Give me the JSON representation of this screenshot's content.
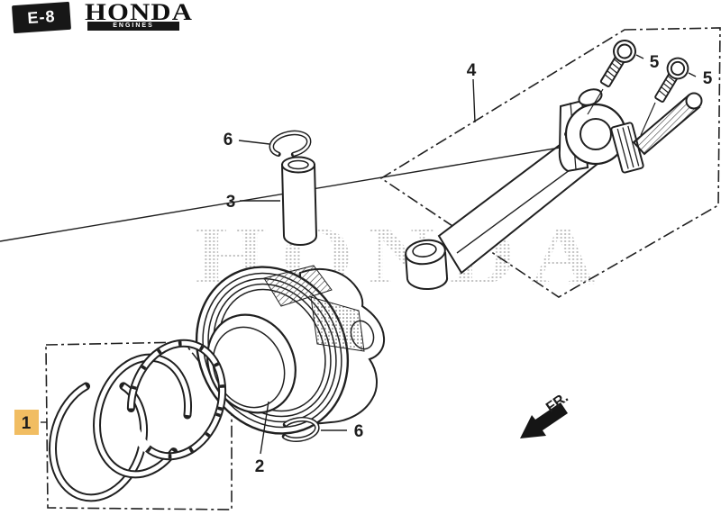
{
  "header": {
    "code": "E-8",
    "brand": "HONDA",
    "brand_sub": "ENGINES"
  },
  "watermark": {
    "text": "HONDA"
  },
  "direction": {
    "label": "FR."
  },
  "colors": {
    "line": "#1c1c1c",
    "highlight_bg": "#f1bd62",
    "highlight_text": "#c8651b",
    "watermark_dot": "#8d8d8d"
  },
  "diagram": {
    "labels": [
      {
        "ref": "1",
        "part": "piston-ring-set",
        "highlighted": true
      },
      {
        "ref": "2",
        "part": "piston",
        "highlighted": false
      },
      {
        "ref": "3",
        "part": "piston-pin",
        "highlighted": false
      },
      {
        "ref": "4",
        "part": "connecting-rod",
        "highlighted": false
      },
      {
        "ref": "5",
        "part": "connecting-rod-bolt",
        "highlighted": false
      },
      {
        "ref": "5",
        "part": "connecting-rod-bolt",
        "highlighted": false
      },
      {
        "ref": "6",
        "part": "piston-pin-clip",
        "highlighted": false
      },
      {
        "ref": "6",
        "part": "piston-pin-clip",
        "highlighted": false
      }
    ]
  }
}
